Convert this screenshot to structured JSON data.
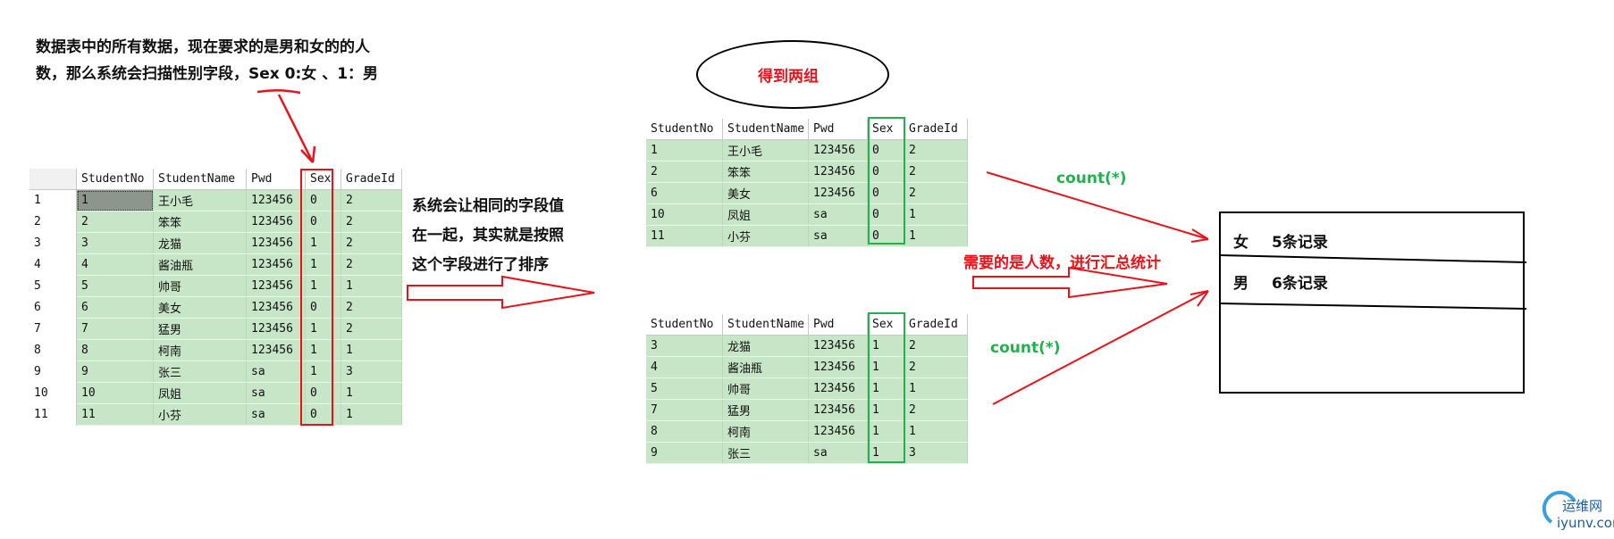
{
  "intro_note": {
    "line1": "数据表中的所有数据，现在要求的是男和女的的人",
    "line2": "数，那么系统会扫描性别字段，Sex 0:女 、1：男"
  },
  "sort_note": {
    "line1": "系统会让相同的字段值",
    "line2": "在一起，其实就是按照",
    "line3": "这个字段进行了排序"
  },
  "group_label": "得到两组",
  "count_label_top": "count(*)",
  "count_label_bottom": "count(*)",
  "summary_note": "需要的是人数，进行汇总统计",
  "columns": [
    "StudentNo",
    "StudentName",
    "Pwd",
    "Sex",
    "GradeId"
  ],
  "full_table": [
    {
      "rn": "1",
      "no": "1",
      "name": "王小毛",
      "pwd": "123456",
      "sex": "0",
      "grade": "2"
    },
    {
      "rn": "2",
      "no": "2",
      "name": "笨笨",
      "pwd": "123456",
      "sex": "0",
      "grade": "2"
    },
    {
      "rn": "3",
      "no": "3",
      "name": "龙猫",
      "pwd": "123456",
      "sex": "1",
      "grade": "2"
    },
    {
      "rn": "4",
      "no": "4",
      "name": "酱油瓶",
      "pwd": "123456",
      "sex": "1",
      "grade": "2"
    },
    {
      "rn": "5",
      "no": "5",
      "name": "帅哥",
      "pwd": "123456",
      "sex": "1",
      "grade": "1"
    },
    {
      "rn": "6",
      "no": "6",
      "name": "美女",
      "pwd": "123456",
      "sex": "0",
      "grade": "2"
    },
    {
      "rn": "7",
      "no": "7",
      "name": "猛男",
      "pwd": "123456",
      "sex": "1",
      "grade": "2"
    },
    {
      "rn": "8",
      "no": "8",
      "name": "柯南",
      "pwd": "123456",
      "sex": "1",
      "grade": "1"
    },
    {
      "rn": "9",
      "no": "9",
      "name": "张三",
      "pwd": "sa",
      "sex": "1",
      "grade": "3"
    },
    {
      "rn": "10",
      "no": "10",
      "name": "凤姐",
      "pwd": "sa",
      "sex": "0",
      "grade": "1"
    },
    {
      "rn": "11",
      "no": "11",
      "name": "小芬",
      "pwd": "sa",
      "sex": "0",
      "grade": "1"
    }
  ],
  "group_female": [
    {
      "no": "1",
      "name": "王小毛",
      "pwd": "123456",
      "sex": "0",
      "grade": "2"
    },
    {
      "no": "2",
      "name": "笨笨",
      "pwd": "123456",
      "sex": "0",
      "grade": "2"
    },
    {
      "no": "6",
      "name": "美女",
      "pwd": "123456",
      "sex": "0",
      "grade": "2"
    },
    {
      "no": "10",
      "name": "凤姐",
      "pwd": "sa",
      "sex": "0",
      "grade": "1"
    },
    {
      "no": "11",
      "name": "小芬",
      "pwd": "sa",
      "sex": "0",
      "grade": "1"
    }
  ],
  "group_male": [
    {
      "no": "3",
      "name": "龙猫",
      "pwd": "123456",
      "sex": "1",
      "grade": "2"
    },
    {
      "no": "4",
      "name": "酱油瓶",
      "pwd": "123456",
      "sex": "1",
      "grade": "2"
    },
    {
      "no": "5",
      "name": "帅哥",
      "pwd": "123456",
      "sex": "1",
      "grade": "1"
    },
    {
      "no": "7",
      "name": "猛男",
      "pwd": "123456",
      "sex": "1",
      "grade": "2"
    },
    {
      "no": "8",
      "name": "柯南",
      "pwd": "123456",
      "sex": "1",
      "grade": "1"
    },
    {
      "no": "9",
      "name": "张三",
      "pwd": "sa",
      "sex": "1",
      "grade": "3"
    }
  ],
  "result": {
    "female_label": "女",
    "female_count": "5条记录",
    "male_label": "男",
    "male_count": "6条记录"
  },
  "watermark": {
    "cn": "运维网",
    "url": "iyunv.com"
  },
  "colors": {
    "red": "#e8131a",
    "green": "#22b14c",
    "row_bg": "#c7e6c8"
  }
}
